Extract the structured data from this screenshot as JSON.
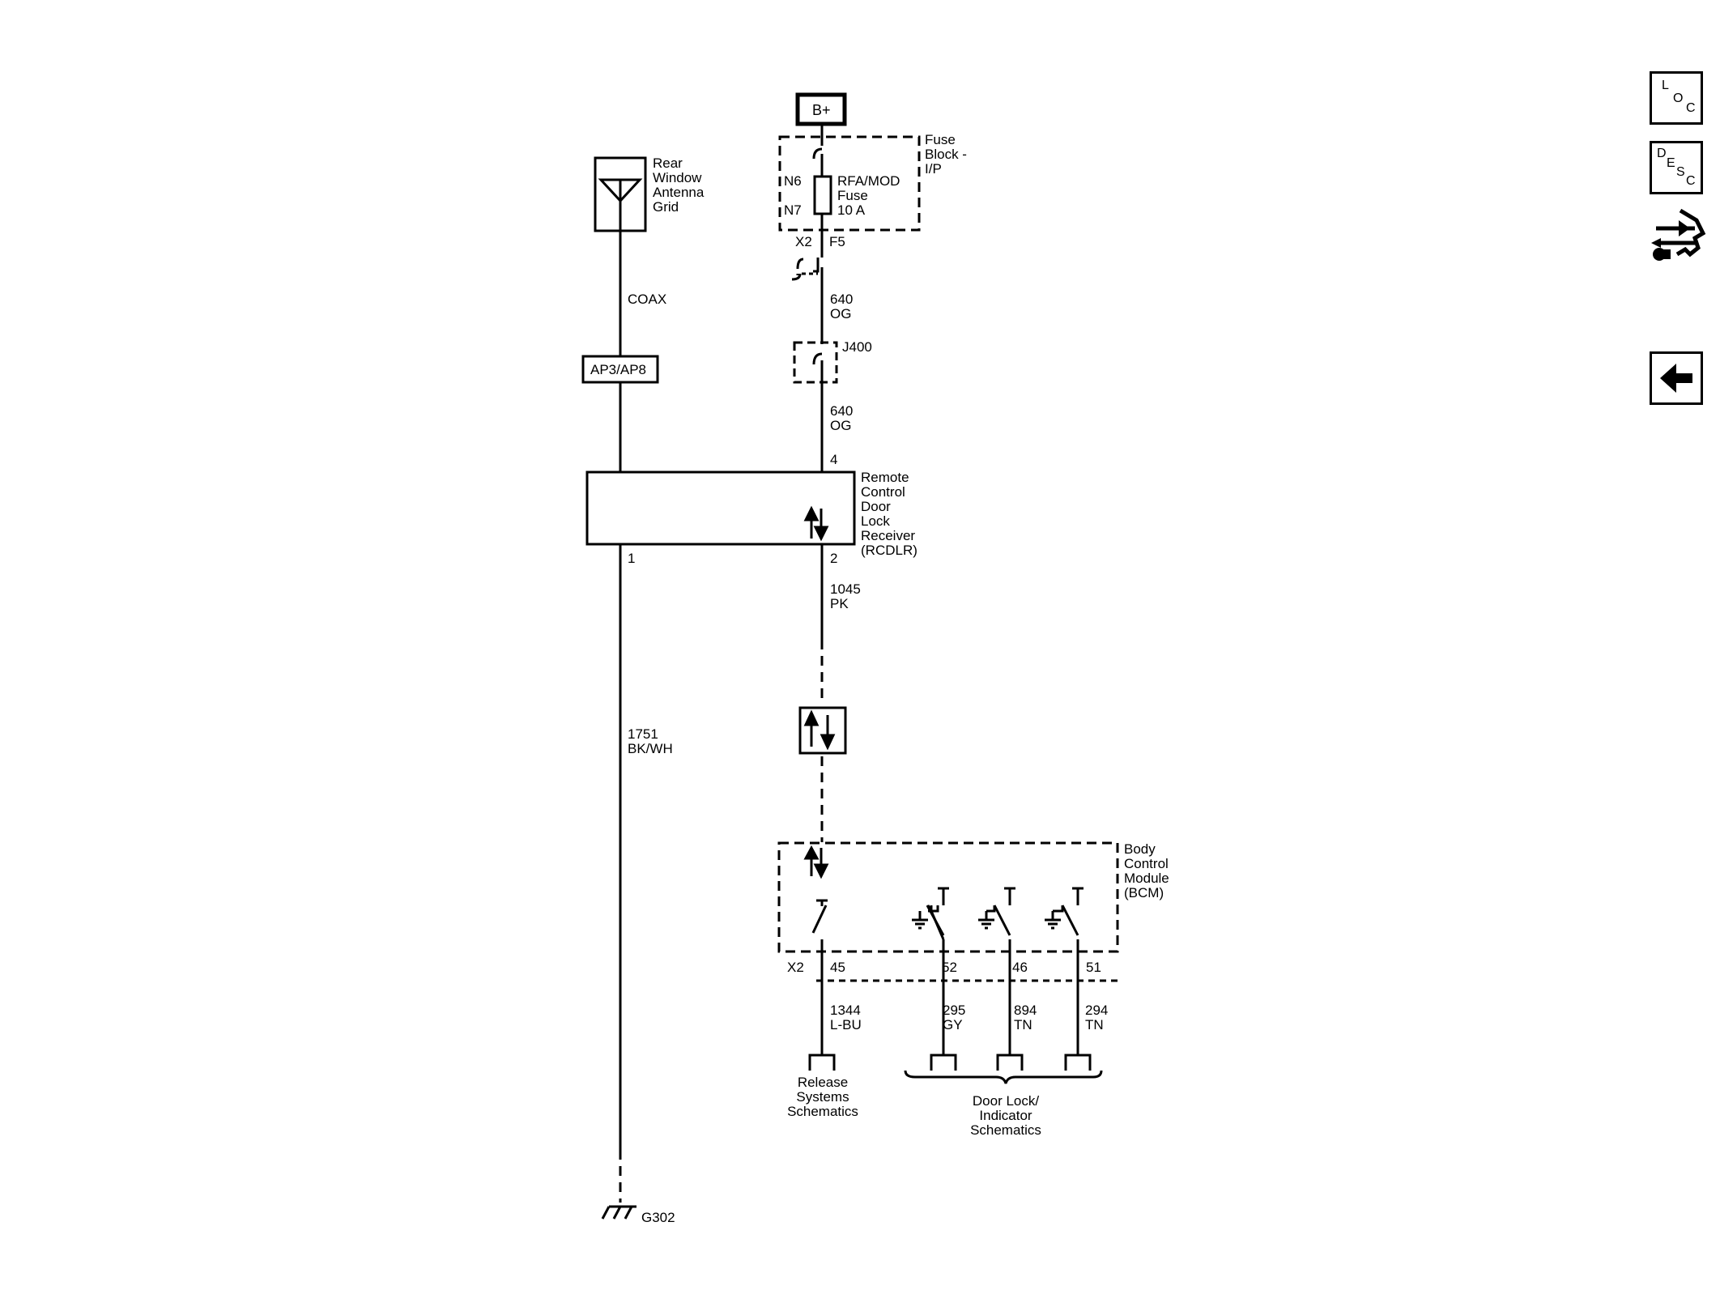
{
  "labels": {
    "b_plus": "B+",
    "fuse_block": [
      "Fuse",
      "Block -",
      "I/P"
    ],
    "n6": "N6",
    "n7": "N7",
    "fuse_name": [
      "RFA/MOD",
      "Fuse",
      "10 A"
    ],
    "x2_top": "X2",
    "f5": "F5",
    "wire_640_a": [
      "640",
      "OG"
    ],
    "j400": "J400",
    "wire_640_b": [
      "640",
      "OG"
    ],
    "pin4": "4",
    "rcdlr": [
      "Remote",
      "Control",
      "Door",
      "Lock",
      "Receiver",
      "(RCDLR)"
    ],
    "pin1": "1",
    "pin2": "2",
    "wire_1045": [
      "1045",
      "PK"
    ],
    "antenna": [
      "Rear",
      "Window",
      "Antenna",
      "Grid"
    ],
    "coax": "COAX",
    "ap3": "AP3/AP8",
    "wire_1751": [
      "1751",
      "BK/WH"
    ],
    "g302": "G302",
    "bcm": [
      "Body",
      "Control",
      "Module",
      "(BCM)"
    ],
    "x2_bcm": "X2",
    "pins_bcm": [
      "45",
      "52",
      "46",
      "51"
    ],
    "wires_bcm": [
      [
        "1344",
        "L-BU"
      ],
      [
        "295",
        "GY"
      ],
      [
        "894",
        "TN"
      ],
      [
        "294",
        "TN"
      ]
    ],
    "release": [
      "Release",
      "Systems",
      "Schematics"
    ],
    "door_lock": [
      "Door Lock/",
      "Indicator",
      "Schematics"
    ]
  },
  "nav": {
    "loc": {
      "l1": "L",
      "l2": "O",
      "l3": "C"
    },
    "desc": {
      "l1": "D",
      "l2": "E",
      "l3": "S",
      "l4": "C"
    },
    "connector_icon": "connector-end-view-icon",
    "back_icon": "left-arrow-icon"
  }
}
